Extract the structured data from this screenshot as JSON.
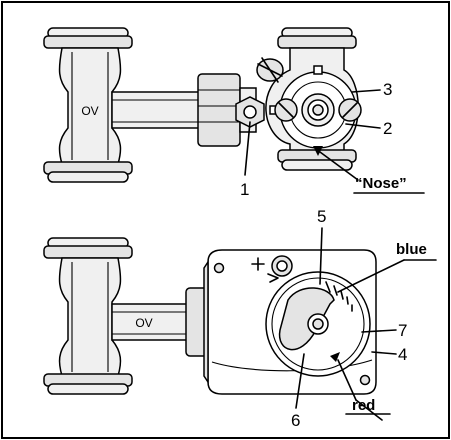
{
  "top": {
    "pipe_label": "OV",
    "labels": {
      "n1": "1",
      "n2": "2",
      "n3": "3",
      "nose": "“Nose”"
    }
  },
  "bottom": {
    "pipe_label": "OV",
    "labels": {
      "n4": "4",
      "n5": "5",
      "n6": "6",
      "n7": "7",
      "blue": "blue",
      "red": "red"
    }
  }
}
